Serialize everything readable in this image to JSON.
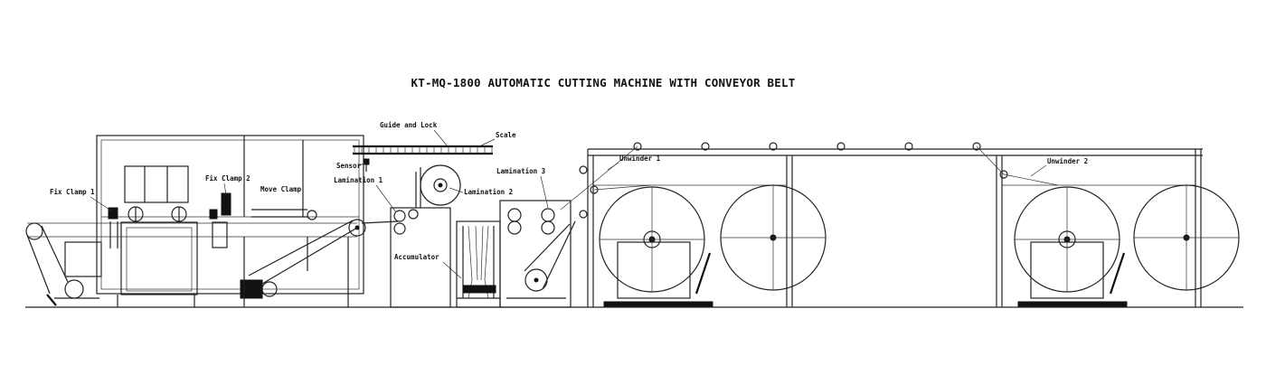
{
  "title": "KT-MQ-1800 AUTOMATIC CUTTING MACHINE WITH CONVEYOR BELT",
  "labels": {
    "fix_clamp_1": "Fix Clamp 1",
    "fix_clamp_2": "Fix Clamp 2",
    "move_clamp": "Move Clamp",
    "sensor": "Sensor",
    "lamination_1": "Lamination 1",
    "guide_and_lock": "Guide and Lock",
    "scale": "Scale",
    "lamination_2": "Lamination 2",
    "lamination_3": "Lamination 3",
    "accumulator": "Accumulator",
    "unwinder_1": "Unwinder 1",
    "unwinder_2": "Unwinder 2"
  }
}
